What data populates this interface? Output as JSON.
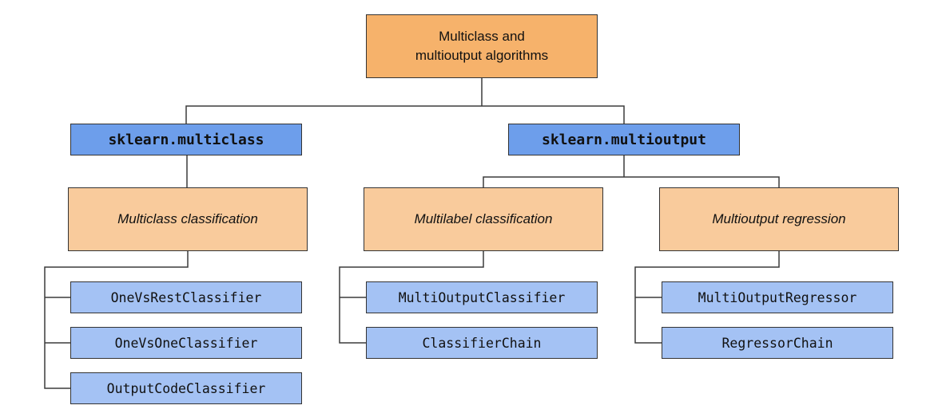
{
  "colors": {
    "root_fill": "#f6b26b",
    "module_fill": "#6d9eeb",
    "category_fill": "#f9cb9c",
    "leaf_fill": "#a4c2f4",
    "border": "#333333",
    "connector": "#3b3b3b",
    "background": "#ffffff"
  },
  "diagram": {
    "root": {
      "label": "Multiclass and\nmultioutput algorithms"
    },
    "branches": [
      {
        "module": "sklearn.multiclass",
        "categories": [
          {
            "name": "Multiclass classification",
            "classes": [
              "OneVsRestClassifier",
              "OneVsOneClassifier",
              "OutputCodeClassifier"
            ]
          }
        ]
      },
      {
        "module": "sklearn.multioutput",
        "categories": [
          {
            "name": "Multilabel classification",
            "classes": [
              "MultiOutputClassifier",
              "ClassifierChain"
            ]
          },
          {
            "name": "Multioutput regression",
            "classes": [
              "MultiOutputRegressor",
              "RegressorChain"
            ]
          }
        ]
      }
    ]
  }
}
